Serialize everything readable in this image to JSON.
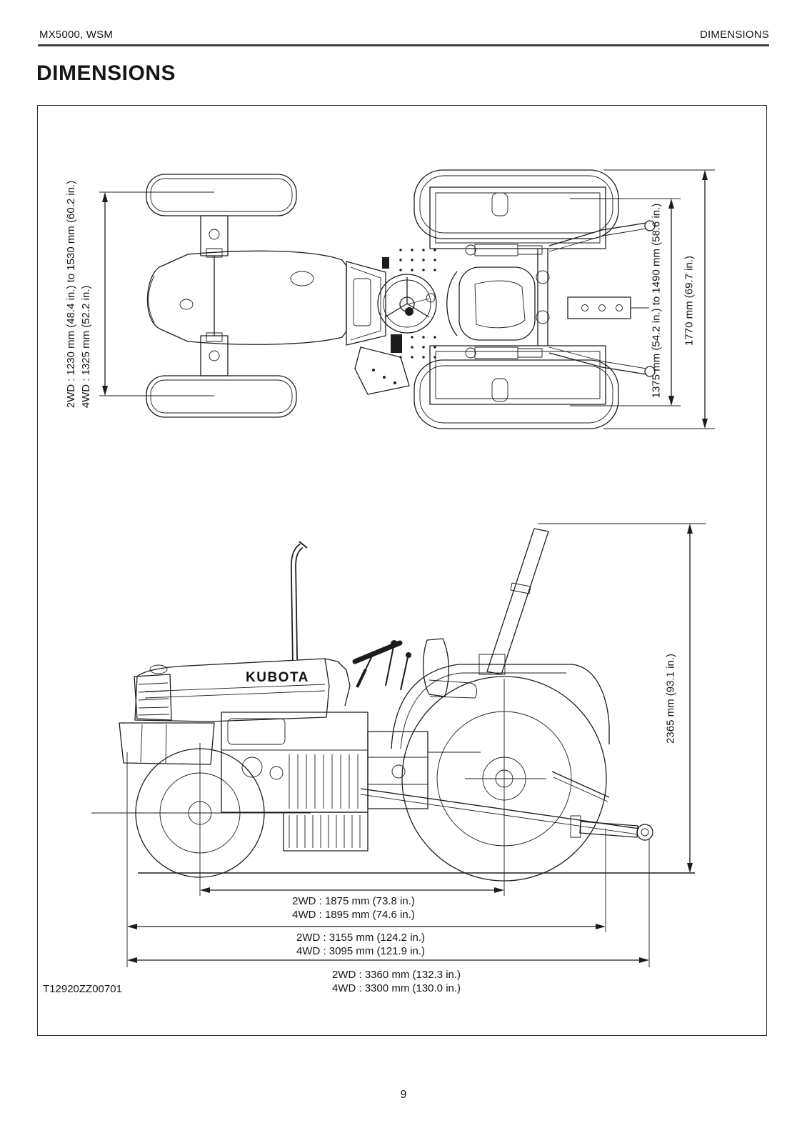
{
  "page": {
    "header_left": "MX5000, WSM",
    "header_right": "DIMENSIONS",
    "title": "DIMENSIONS",
    "figure_code": "T12920ZZ00701",
    "page_number": "9"
  },
  "figure": {
    "brand_logo": "KUBOTA",
    "top_view": {
      "front_tread_2wd": "2WD : 1230 mm (48.4 in.) to 1530 mm (60.2 in.)",
      "front_tread_4wd": "4WD : 1325 mm (52.2 in.)",
      "rear_tread": "1375 mm (54.2 in.) to 1490 mm (58.6 in.)",
      "overall_width": "1770 mm (69.7 in.)"
    },
    "side_view": {
      "overall_height": "2365 mm (93.1 in.)",
      "wheelbase_2wd": "2WD : 1875 mm (73.8 in.)",
      "wheelbase_4wd": "4WD : 1895 mm (74.6 in.)",
      "length_to_hitch_2wd": "2WD : 3155 mm (124.2 in.)",
      "length_to_hitch_4wd": "4WD : 3095 mm (121.9 in.)",
      "overall_length_2wd": "2WD : 3360 mm (132.3 in.)",
      "overall_length_4wd": "4WD : 3300 mm (130.0 in.)"
    }
  }
}
